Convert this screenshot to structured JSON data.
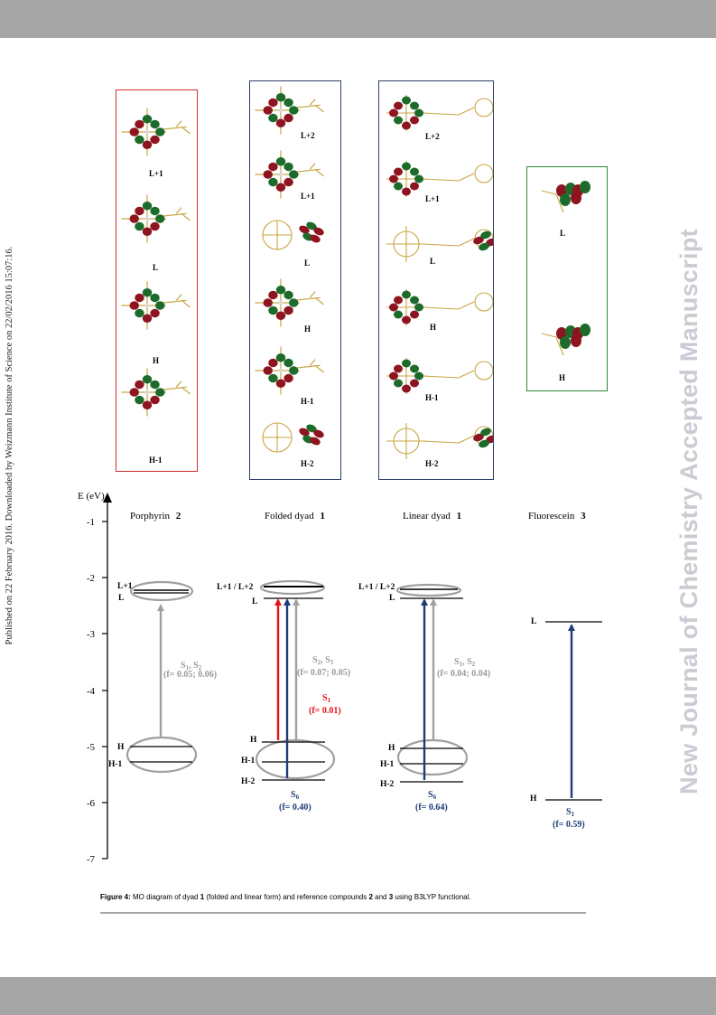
{
  "side_note": "Published on 22 February 2016. Downloaded by Weizmann Institute of Science on 22/02/2016 15:07:16.",
  "watermark": "New Journal of Chemistry Accepted Manuscript",
  "panels": {
    "porphyrin": [
      "L+1",
      "L",
      "H",
      "H-1"
    ],
    "folded": [
      "L+2",
      "L+1",
      "L",
      "H",
      "H-1",
      "H-2"
    ],
    "linear": [
      "L+2",
      "L+1",
      "L",
      "H",
      "H-1",
      "H-2"
    ],
    "fluorescein": [
      "L",
      "H"
    ]
  },
  "diagram": {
    "axis_label": "E (eV)",
    "ticks": [
      "-1",
      "-2",
      "-3",
      "-4",
      "-5",
      "-6",
      "-7"
    ],
    "columns": {
      "porphyrin": {
        "title": "Porphyrin",
        "num": "2"
      },
      "folded": {
        "title": "Folded dyad",
        "num": "1"
      },
      "linear": {
        "title": "Linear dyad",
        "num": "1"
      },
      "fluorescein": {
        "title": "Fluorescein",
        "num": "3"
      }
    },
    "level_labels": {
      "por_l1": "L+1",
      "por_l": "L",
      "por_h": "H",
      "por_h1": "H-1",
      "fold_l12": "L+1 / L+2",
      "fold_l": "L",
      "fold_h": "H",
      "fold_h1": "H-1",
      "fold_h2": "H-2",
      "lin_l12": "L+1 / L+2",
      "lin_l": "L",
      "lin_h": "H",
      "lin_h1": "H-1",
      "lin_h2": "H-2",
      "flu_l": "L",
      "flu_h": "H"
    },
    "transitions": {
      "por": {
        "state": "S",
        "sub": "1",
        "state2": "S",
        "sub2": "2",
        "f": "(f= 0.05; 0.06)"
      },
      "fold_gray": {
        "state": "S",
        "sub": "2",
        "state2": "S",
        "sub2": "3",
        "f": "(f= 0.07; 0.05)"
      },
      "fold_red": {
        "state": "S",
        "sub": "1",
        "f": "(f= 0.01)"
      },
      "fold_blue": {
        "state": "S",
        "sub": "6",
        "f": "(f= 0.40)"
      },
      "lin_gray": {
        "state": "S",
        "sub": "1",
        "state2": "S",
        "sub2": "2",
        "f": "(f= 0.04; 0.04)"
      },
      "lin_blue": {
        "state": "S",
        "sub": "6",
        "f": "(f= 0.64)"
      },
      "flu_blue": {
        "state": "S",
        "sub": "1",
        "f": "(f= 0.59)"
      }
    },
    "colors": {
      "gray": "#a0a0a0",
      "red": "#e3141b",
      "blue": "#1f3a7a",
      "panel_red": "#d0312d",
      "panel_blue": "#2d3e6b",
      "panel_green": "#2a8a3a"
    }
  },
  "caption": {
    "label": "Figure 4:",
    "t1": " MO diagram of dyad ",
    "b1": "1",
    "t2": " (folded and linear form) and reference compounds ",
    "b2": "2",
    "t3": " and ",
    "b3": "3",
    "t4": " using B3LYP functional."
  }
}
